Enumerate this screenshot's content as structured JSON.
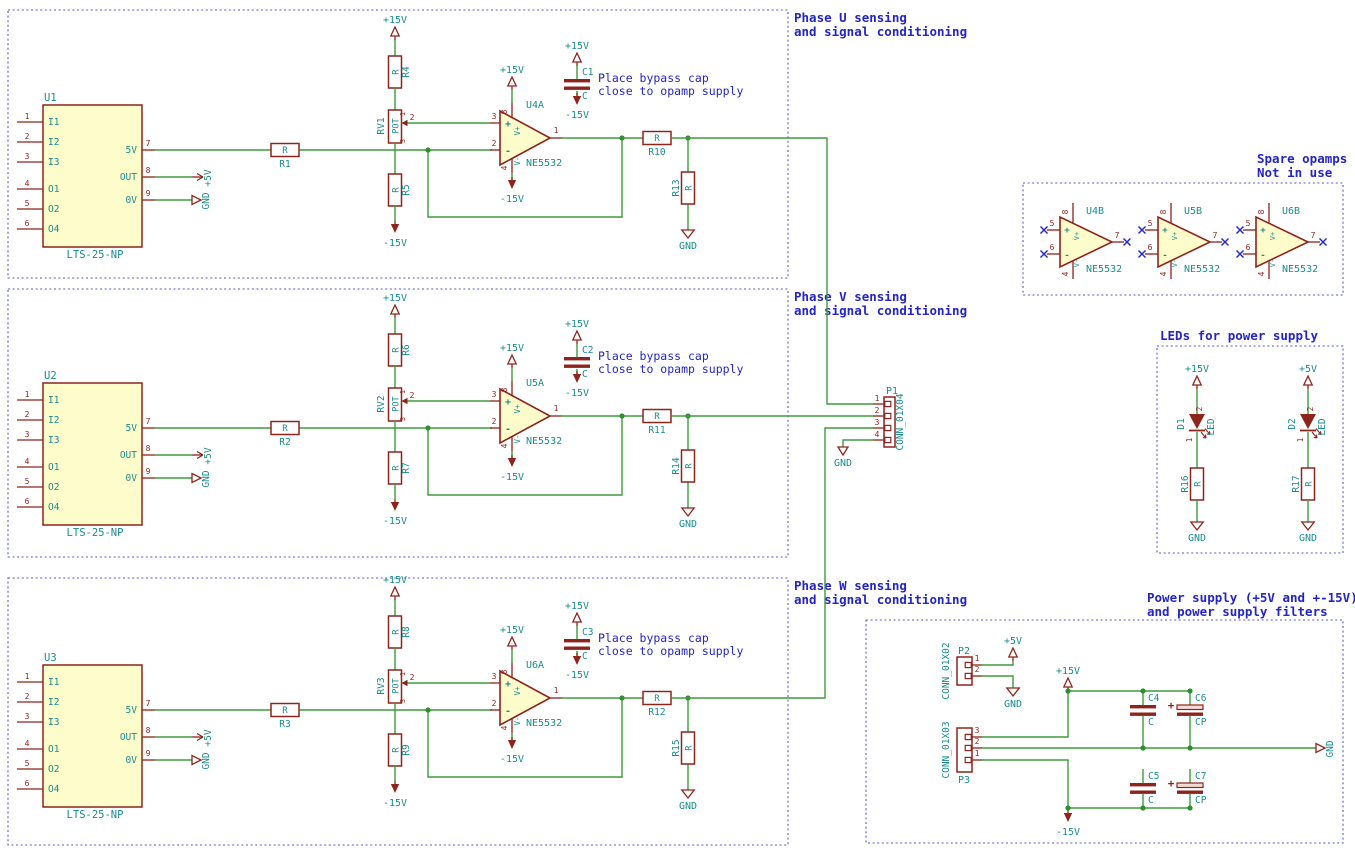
{
  "section_titles": {
    "phase_u": [
      "Phase U sensing",
      "and signal conditioning"
    ],
    "phase_v": [
      "Phase V sensing",
      "and signal conditioning"
    ],
    "phase_w": [
      "Phase W sensing",
      "and signal conditioning"
    ],
    "spare": [
      "Spare opamps",
      "Not in use"
    ],
    "leds": [
      "LEDs for power supply"
    ],
    "power": [
      "Power supply (+5V and +-15V)",
      "and power supply filters"
    ]
  },
  "note": [
    "Place bypass cap",
    "close to opamp supply"
  ],
  "power_labels": {
    "p15": "+15V",
    "m15": "-15V",
    "p5": "+5V",
    "gnd": "GND"
  },
  "common": {
    "r_value": "R",
    "c_value": "C",
    "cp_value": "CP",
    "pot_value": "POT",
    "led_value": "LED",
    "opamp_part": "NE5532",
    "sensor_part": "LTS-25-NP",
    "plus": "+",
    "minus": "-",
    "vplus": "V+",
    "vminus": "V-",
    "polar_plus": "+"
  },
  "sensor_pins": {
    "left": [
      [
        "1",
        "I1"
      ],
      [
        "2",
        "I2"
      ],
      [
        "3",
        "I3"
      ],
      [
        "4",
        "O1"
      ],
      [
        "5",
        "O2"
      ],
      [
        "6",
        "O4"
      ]
    ],
    "right": [
      [
        "7",
        "5V"
      ],
      [
        "8",
        "OUT"
      ],
      [
        "9",
        "0V"
      ]
    ]
  },
  "opamp_pins": {
    "noninv": "3",
    "inv": "2",
    "out": "1",
    "vcc": "8",
    "vee": "4"
  },
  "spare_pins": {
    "noninv": "5",
    "inv": "6",
    "out": "7",
    "vcc": "8",
    "vee": "4"
  },
  "phases": [
    {
      "sensor": "U1",
      "rin": "R1",
      "rtop": "R4",
      "pot": "RV1",
      "rbot": "R5",
      "opamp": "U4A",
      "cap": "C1",
      "rout": "R10",
      "rgnd": "R13"
    },
    {
      "sensor": "U2",
      "rin": "R2",
      "rtop": "R6",
      "pot": "RV2",
      "rbot": "R7",
      "opamp": "U5A",
      "cap": "C2",
      "rout": "R11",
      "rgnd": "R14"
    },
    {
      "sensor": "U3",
      "rin": "R3",
      "rtop": "R8",
      "pot": "RV3",
      "rbot": "R9",
      "opamp": "U6A",
      "cap": "C3",
      "rout": "R12",
      "rgnd": "R15"
    }
  ],
  "spare_units": [
    "U4B",
    "U5B",
    "U6B"
  ],
  "led_units": [
    {
      "ref": "D1",
      "res": "R16",
      "rail": "+15V"
    },
    {
      "ref": "D2",
      "res": "R17",
      "rail": "+5V"
    }
  ],
  "led_pins": [
    "2",
    "1"
  ],
  "p1": {
    "ref": "P1",
    "part": "CONN_01X04",
    "pins": [
      "1",
      "2",
      "3",
      "4"
    ]
  },
  "p2": {
    "ref": "P2",
    "part": "CONN_01X02",
    "pins": [
      "1",
      "2"
    ]
  },
  "p3": {
    "ref": "P3",
    "part": "CONN_01X03",
    "pins": [
      "3",
      "2",
      "1"
    ]
  },
  "filter_caps": [
    {
      "ref": "C4",
      "value": "C",
      "polar": false
    },
    {
      "ref": "C6",
      "value": "CP",
      "polar": true
    },
    {
      "ref": "C5",
      "value": "C",
      "polar": false
    },
    {
      "ref": "C7",
      "value": "CP",
      "polar": true
    }
  ],
  "colors": {
    "wire": "#3E9B3E",
    "junction": "#2E8F2E",
    "symbol_red": "#8E241C",
    "text_teal": "#1A8C8E",
    "note_blue": "#2424C8",
    "box_blue": "#5A5AC8",
    "body_yellow": "#FFFCCB",
    "polar_fill": "#F2DCD6",
    "background": "#FFFFFF"
  }
}
